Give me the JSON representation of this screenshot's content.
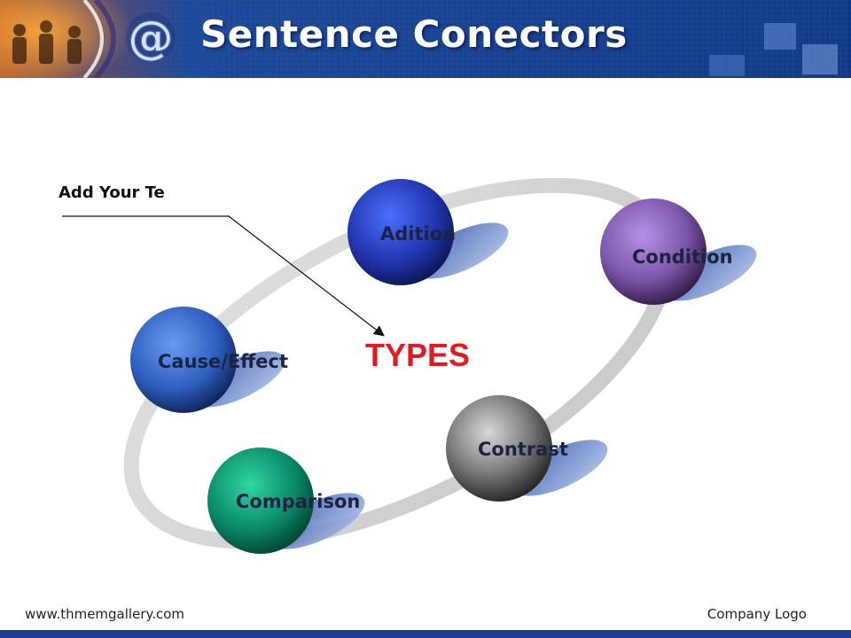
{
  "slide": {
    "title": "Sentence Conectors",
    "center_label": "TYPES",
    "callout_text": "Add Your Te",
    "nodes": [
      {
        "id": "adition",
        "label": "Adition",
        "color": "#2a3fd0"
      },
      {
        "id": "condition",
        "label": "Condition",
        "color": "#7a55a8"
      },
      {
        "id": "cause-effect",
        "label": "Cause/Effect",
        "color": "#2f5fc0"
      },
      {
        "id": "contrast",
        "label": "Contrast",
        "color": "#6a6a6a"
      },
      {
        "id": "comparison",
        "label": "Comparison",
        "color": "#0a8a6a"
      }
    ]
  },
  "header": {
    "logo_icon": "at-sign-icon",
    "background_color": "#1a3f8f"
  },
  "footer": {
    "url": "www.thmemgallery.com",
    "logo": "Company Logo",
    "bar_color": "#1e3f8c"
  }
}
